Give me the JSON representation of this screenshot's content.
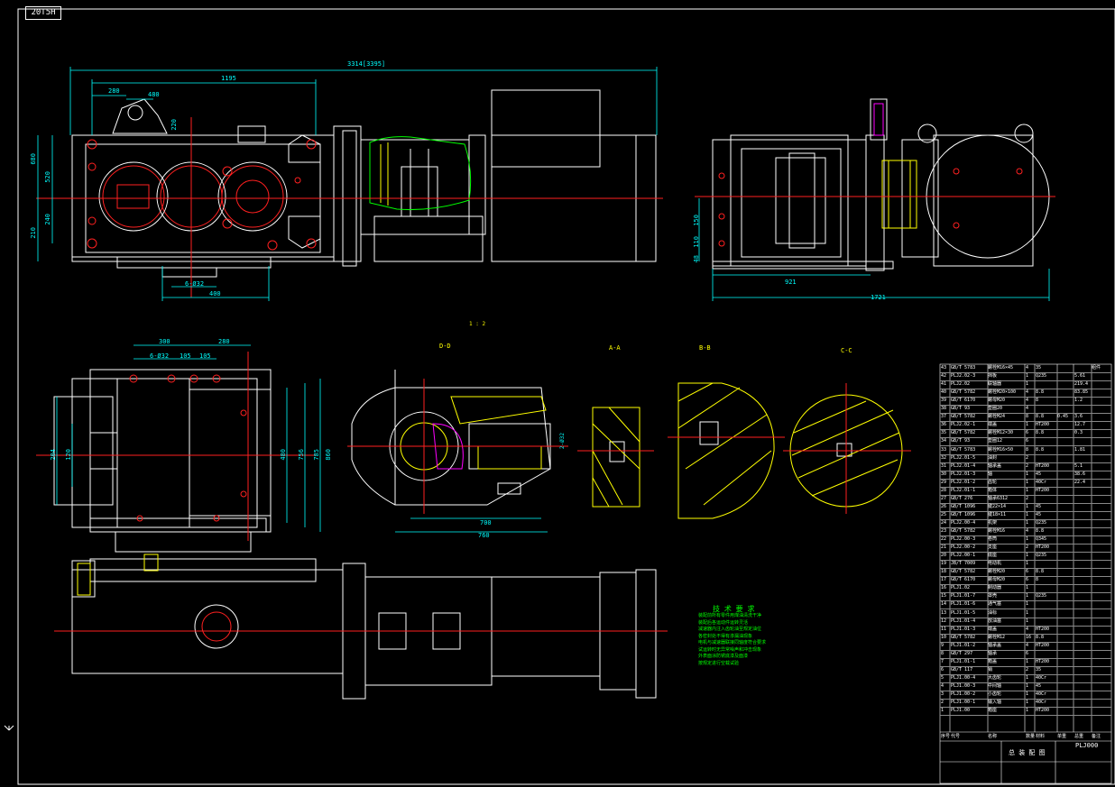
{
  "drawing_tag": "20T5H",
  "colors": {
    "background": "#000000",
    "outline": "#ffffff",
    "center_line": "#ff2020",
    "dimension": "#00ffff",
    "hatch": "#ffff00",
    "highlight": "#00ff00",
    "accent": "#ff00ff"
  },
  "dimensions": {
    "overall_length": "3314[3395]",
    "gearbox_length": "1195",
    "d_280": "280",
    "d_480_top": "480",
    "d_520": "520",
    "d_240": "240",
    "d_680": "680",
    "d_220": "220",
    "d_210": "210",
    "bolt_holes": "6-Ø32",
    "d_400_base": "400",
    "d_150": "150",
    "d_110": "110",
    "d_48": "48",
    "d_921": "921",
    "d_1721": "1721",
    "plan_300": "300",
    "plan_holes": "6-Ø32",
    "plan_105": "105",
    "plan_105b": "105",
    "plan_280": "280",
    "plan_204": "204",
    "plan_120": "120",
    "plan_480": "480",
    "plan_756": "756",
    "plan_785": "785",
    "plan_860": "860",
    "sec_700": "700",
    "sec_760": "760",
    "sec_480": "2-Ø32"
  },
  "section_labels": {
    "dd": "D-D",
    "aa": "A-A",
    "bb": "B-B",
    "cc": "C-C",
    "scale_note": "1 : 2"
  },
  "notes": {
    "title": "技 术 要 求",
    "lines": [
      "装配前所有零件用煤油清洗干净",
      "装配后各运动件运转灵活",
      "减速器内注入齿轮油至规定油位",
      "各密封处不得有渗漏油现象",
      "电机与减速器联接同轴度符合要求",
      "试运转时无异常噪声和冲击现象",
      "外表面涂防锈底漆及面漆",
      "按规定进行空载试验"
    ]
  },
  "bom": {
    "rows": [
      [
        "43",
        "GB/T 5783",
        "螺栓M16×45",
        "4",
        "35",
        "",
        "",
        "组件"
      ],
      [
        "42",
        "PLJ2.02-3",
        "挡板",
        "1",
        "Q235",
        "",
        "5.61",
        ""
      ],
      [
        "41",
        "PLJ2.02",
        "联轴器",
        "1",
        "",
        "",
        "219.4",
        ""
      ],
      [
        "40",
        "GB/T 5782",
        "螺栓M20×100",
        "4",
        "8.8",
        "",
        "83.85",
        ""
      ],
      [
        "39",
        "GB/T 6170",
        "螺母M20",
        "4",
        "8",
        "",
        "1.2",
        ""
      ],
      [
        "38",
        "GB/T 93",
        "垫圈20",
        "4",
        "",
        "",
        "",
        ""
      ],
      [
        "37",
        "GB/T 5782",
        "螺栓M24",
        "8",
        "8.8",
        "0.45",
        "3.6",
        ""
      ],
      [
        "36",
        "PLJ2.02-1",
        "端盖",
        "1",
        "HT200",
        "",
        "12.7",
        ""
      ],
      [
        "35",
        "GB/T 5782",
        "螺栓M12×30",
        "6",
        "8.8",
        "",
        "0.3",
        ""
      ],
      [
        "34",
        "GB/T 93",
        "垫圈12",
        "6",
        "",
        "",
        "",
        ""
      ],
      [
        "33",
        "GB/T 5783",
        "螺栓M16×50",
        "8",
        "8.8",
        "",
        "1.81",
        ""
      ],
      [
        "32",
        "PLJ2.01-5",
        "油封",
        "2",
        "",
        "",
        "",
        ""
      ],
      [
        "31",
        "PLJ2.01-4",
        "轴承盖",
        "2",
        "HT200",
        "",
        "5.1",
        ""
      ],
      [
        "30",
        "PLJ2.01-3",
        "轴",
        "1",
        "45",
        "",
        "38.6",
        ""
      ],
      [
        "29",
        "PLJ2.01-2",
        "齿轮",
        "1",
        "40Cr",
        "",
        "22.4",
        ""
      ],
      [
        "28",
        "PLJ2.01-1",
        "箱体",
        "1",
        "HT200",
        "",
        "",
        ""
      ],
      [
        "27",
        "GB/T 276",
        "轴承6312",
        "2",
        "",
        "",
        "",
        ""
      ],
      [
        "26",
        "GB/T 1096",
        "键22×14",
        "1",
        "45",
        "",
        "",
        ""
      ],
      [
        "25",
        "GB/T 1096",
        "键18×11",
        "1",
        "45",
        "",
        "",
        ""
      ],
      [
        "24",
        "PLJ2.00-4",
        "机架",
        "1",
        "Q235",
        "",
        "",
        ""
      ],
      [
        "23",
        "GB/T 5782",
        "螺栓M16",
        "4",
        "8.8",
        "",
        "",
        ""
      ],
      [
        "22",
        "PLJ2.00-3",
        "卷筒",
        "1",
        "Q345",
        "",
        "",
        ""
      ],
      [
        "21",
        "PLJ2.00-2",
        "支座",
        "2",
        "HT200",
        "",
        "",
        ""
      ],
      [
        "20",
        "PLJ2.00-1",
        "底座",
        "1",
        "Q235",
        "",
        "",
        ""
      ],
      [
        "19",
        "JB/T 7009",
        "电动机",
        "1",
        "",
        "",
        "",
        ""
      ],
      [
        "18",
        "GB/T 5782",
        "螺栓M20",
        "6",
        "8.8",
        "",
        "",
        ""
      ],
      [
        "17",
        "GB/T 6170",
        "螺母M20",
        "6",
        "8",
        "",
        "",
        ""
      ],
      [
        "16",
        "PLJ1.02",
        "制动器",
        "1",
        "",
        "",
        "",
        ""
      ],
      [
        "15",
        "PLJ1.01-7",
        "罩壳",
        "1",
        "Q235",
        "",
        "",
        ""
      ],
      [
        "14",
        "PLJ1.01-6",
        "通气塞",
        "1",
        "",
        "",
        "",
        ""
      ],
      [
        "13",
        "PLJ1.01-5",
        "油标",
        "1",
        "",
        "",
        "",
        ""
      ],
      [
        "12",
        "PLJ1.01-4",
        "放油塞",
        "1",
        "",
        "",
        "",
        ""
      ],
      [
        "11",
        "PLJ1.01-3",
        "端盖",
        "4",
        "HT200",
        "",
        "",
        ""
      ],
      [
        "10",
        "GB/T 5782",
        "螺栓M12",
        "16",
        "8.8",
        "",
        "",
        ""
      ],
      [
        "9",
        "PLJ1.01-2",
        "轴承盖",
        "4",
        "HT200",
        "",
        "",
        ""
      ],
      [
        "8",
        "GB/T 297",
        "轴承",
        "6",
        "",
        "",
        "",
        ""
      ],
      [
        "7",
        "PLJ1.01-1",
        "箱盖",
        "1",
        "HT200",
        "",
        "",
        ""
      ],
      [
        "6",
        "GB/T 117",
        "销",
        "2",
        "35",
        "",
        "",
        ""
      ],
      [
        "5",
        "PLJ1.00-4",
        "大齿轮",
        "1",
        "40Cr",
        "",
        "",
        ""
      ],
      [
        "4",
        "PLJ1.00-3",
        "中间轴",
        "1",
        "45",
        "",
        "",
        ""
      ],
      [
        "3",
        "PLJ1.00-2",
        "小齿轮",
        "1",
        "40Cr",
        "",
        "",
        ""
      ],
      [
        "2",
        "PLJ1.00-1",
        "输入轴",
        "1",
        "40Cr",
        "",
        "",
        ""
      ],
      [
        "1",
        "PLJ1.00",
        "箱座",
        "1",
        "HT200",
        "",
        "",
        ""
      ]
    ],
    "header": [
      "序号",
      "代号",
      "名称",
      "数量",
      "材料",
      "单重",
      "总重",
      "备注"
    ]
  },
  "title_block": {
    "drawing_title": "总 装 配 图",
    "code": "PLJ000"
  }
}
